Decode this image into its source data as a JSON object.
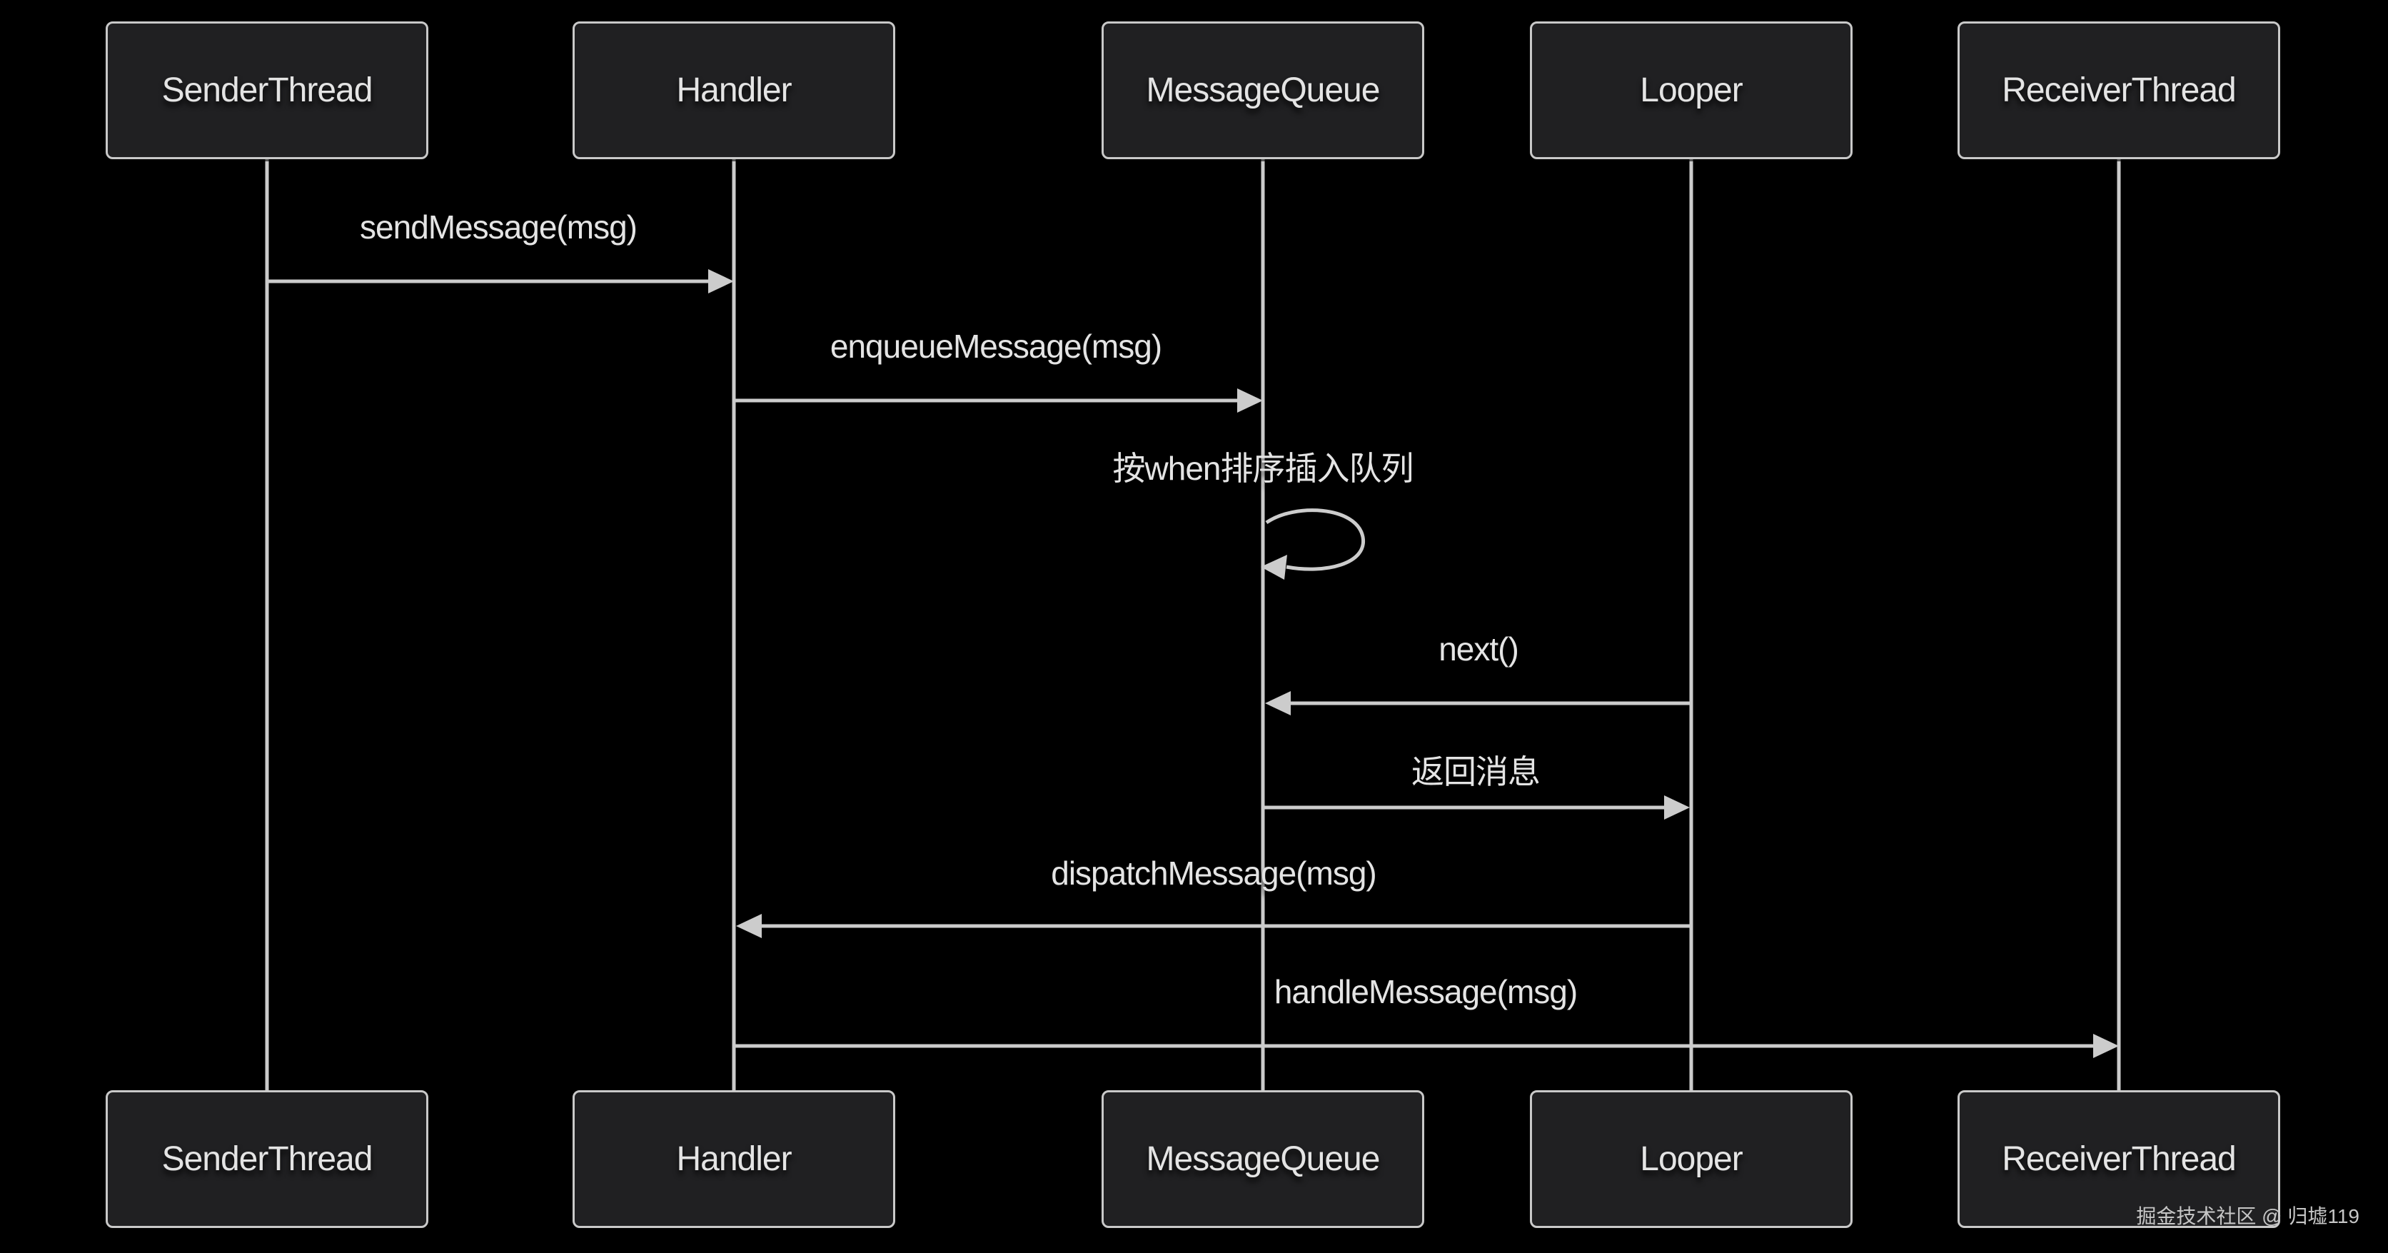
{
  "diagram": {
    "type": "sequence",
    "actors": [
      {
        "id": "sender-thread",
        "name": "SenderThread"
      },
      {
        "id": "handler",
        "name": "Handler"
      },
      {
        "id": "message-queue",
        "name": "MessageQueue"
      },
      {
        "id": "looper",
        "name": "Looper"
      },
      {
        "id": "receiver-thread",
        "name": "ReceiverThread"
      }
    ],
    "messages": [
      {
        "label": "sendMessage(msg)",
        "from": "SenderThread",
        "to": "Handler",
        "direction": "right"
      },
      {
        "label": "enqueueMessage(msg)",
        "from": "Handler",
        "to": "MessageQueue",
        "direction": "right"
      },
      {
        "label": "按when排序插入队列",
        "from": "MessageQueue",
        "to": "MessageQueue",
        "direction": "self"
      },
      {
        "label": "next()",
        "from": "Looper",
        "to": "MessageQueue",
        "direction": "left"
      },
      {
        "label": "返回消息",
        "from": "MessageQueue",
        "to": "Looper",
        "direction": "right"
      },
      {
        "label": "dispatchMessage(msg)",
        "from": "Looper",
        "to": "Handler",
        "direction": "left"
      },
      {
        "label": "handleMessage(msg)",
        "from": "Handler",
        "to": "ReceiverThread",
        "direction": "right"
      }
    ],
    "watermark": "掘金技术社区 @ 归墟119",
    "colors": {
      "background": "#000000",
      "box_fill": "#202022",
      "box_border": "#c9c9c9",
      "line": "#cccccc",
      "text": "#e4e4e4",
      "watermark": "#c6c6c6"
    }
  }
}
